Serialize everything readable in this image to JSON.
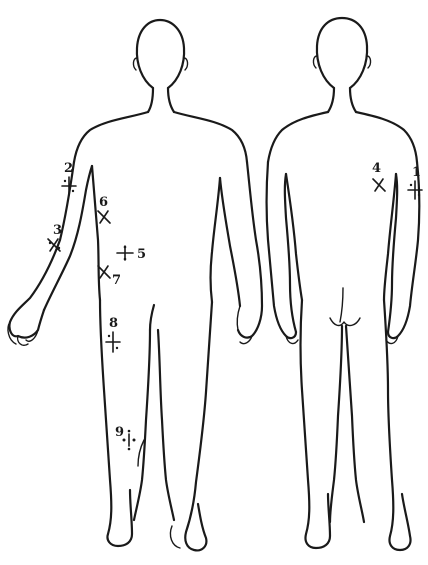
{
  "figure": {
    "views": [
      {
        "id": "front",
        "name": "anterior-view"
      },
      {
        "id": "back",
        "name": "posterior-view"
      }
    ],
    "markers": [
      {
        "label": "1",
        "view": "back",
        "type": "vertical-plus"
      },
      {
        "label": "2",
        "view": "front",
        "type": "vertical-plus"
      },
      {
        "label": "3",
        "view": "front",
        "type": "diagonal-cross"
      },
      {
        "label": "4",
        "view": "back",
        "type": "diagonal-cross"
      },
      {
        "label": "5",
        "view": "front",
        "type": "horizontal-plus"
      },
      {
        "label": "6",
        "view": "front",
        "type": "diagonal-cross"
      },
      {
        "label": "7",
        "view": "front",
        "type": "diagonal-cross"
      },
      {
        "label": "8",
        "view": "front",
        "type": "vertical-plus"
      },
      {
        "label": "9",
        "view": "front",
        "type": "dots-plus"
      }
    ]
  }
}
